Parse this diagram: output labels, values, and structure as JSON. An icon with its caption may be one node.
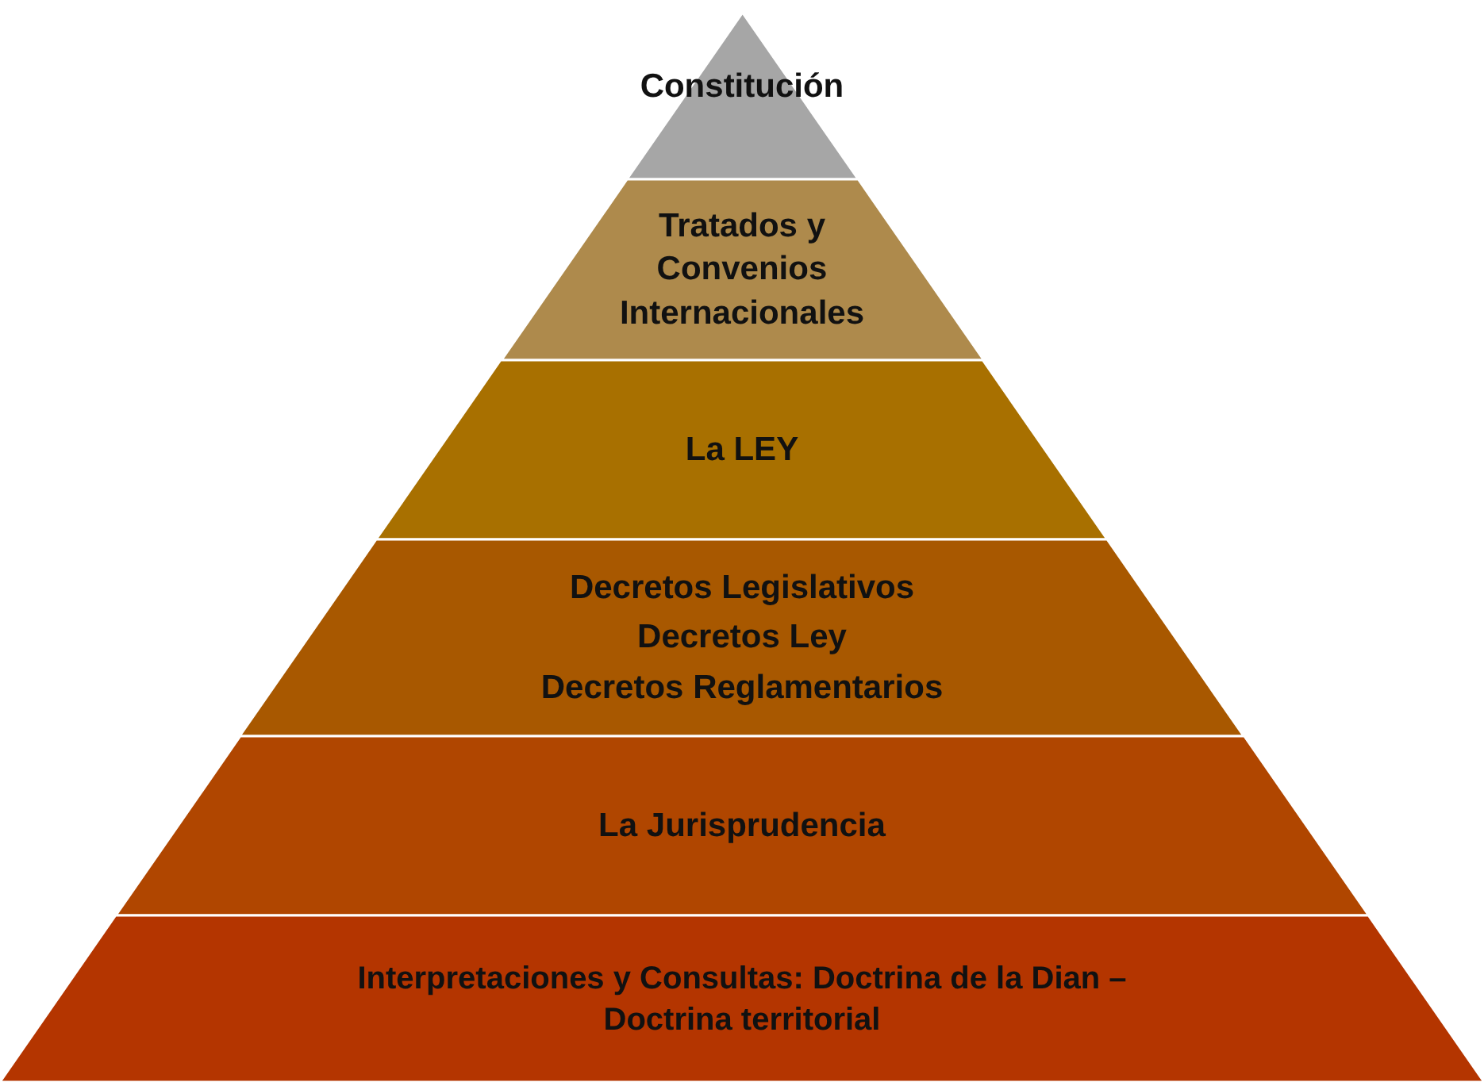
{
  "diagram": {
    "nodes": [
      {
        "text": [
          "Constitución"
        ]
      },
      {
        "text": [
          "Tratados y Convenios Internacionales"
        ]
      },
      {
        "text": [
          "La LEY"
        ]
      },
      {
        "text": [
          "Decretos Legislativos",
          "Decretos Ley",
          "Decretos Reglamentarios"
        ]
      },
      {
        "text": [
          "La Jurisprudencia"
        ]
      },
      {
        "text": [
          "Interpretaciones y Consultas: Doctrina de la Dian – Doctrina territorial"
        ]
      }
    ]
  }
}
